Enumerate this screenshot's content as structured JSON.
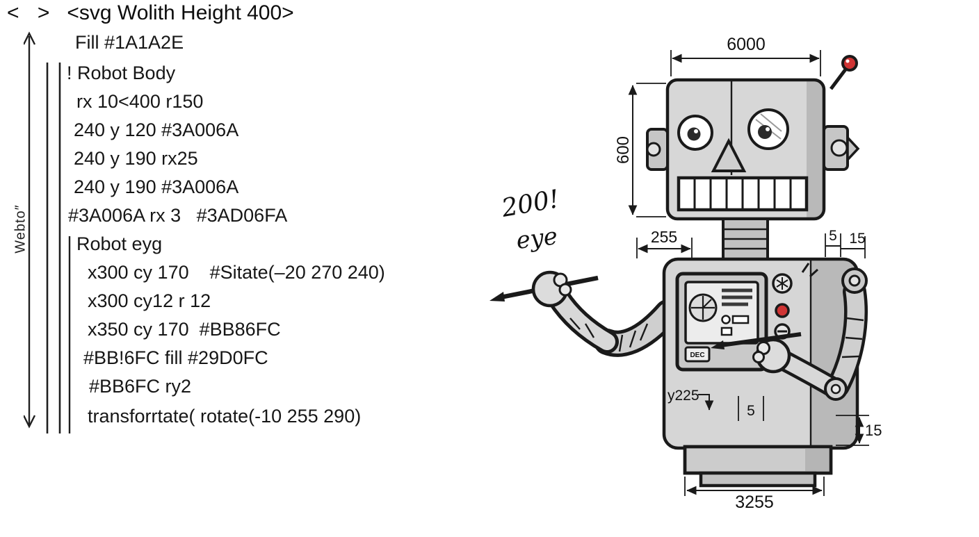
{
  "code_panel": {
    "angle_brackets": "< >",
    "title": "<svg Wolith Height 400>",
    "vertical_label": "Webto″",
    "lines": [
      "Fill #1A1A2E",
      "! Robot Body",
      "rx 10<400 r150",
      "240 y 120 #3A006A",
      "240 y 190 rx25",
      "240 y 190 #3A006A",
      "#3A006A rx 3   #3AD06FA",
      "Robot eyg",
      "x300 cy 170    #Sitate(–20 270 240)",
      "x300 cy12 r 12",
      "x350 cy 170  #BB86FC",
      "#BB!6FC fill #29D0FC",
      "#BB6FC ry2",
      "transforrtate( rotate(-10 255 290)"
    ]
  },
  "drawing": {
    "annotations": {
      "handwritten_top": "200!",
      "handwritten_bottom": "eye",
      "panel_label": "DEC"
    },
    "dimensions": {
      "head_width": "6000",
      "head_height": "600",
      "shoulder_left": "255",
      "gap_small": "5",
      "gap_large": "15",
      "body_offset": "y225",
      "hand_gap": "5",
      "base_height": "15",
      "base_width": "3255"
    },
    "colors": {
      "ink": "#1a1a1a",
      "metal_light": "#d7d7d7",
      "metal_mid": "#c4c4c4",
      "metal_dark": "#b9b9b9",
      "accent_red": "#cf3434"
    }
  }
}
